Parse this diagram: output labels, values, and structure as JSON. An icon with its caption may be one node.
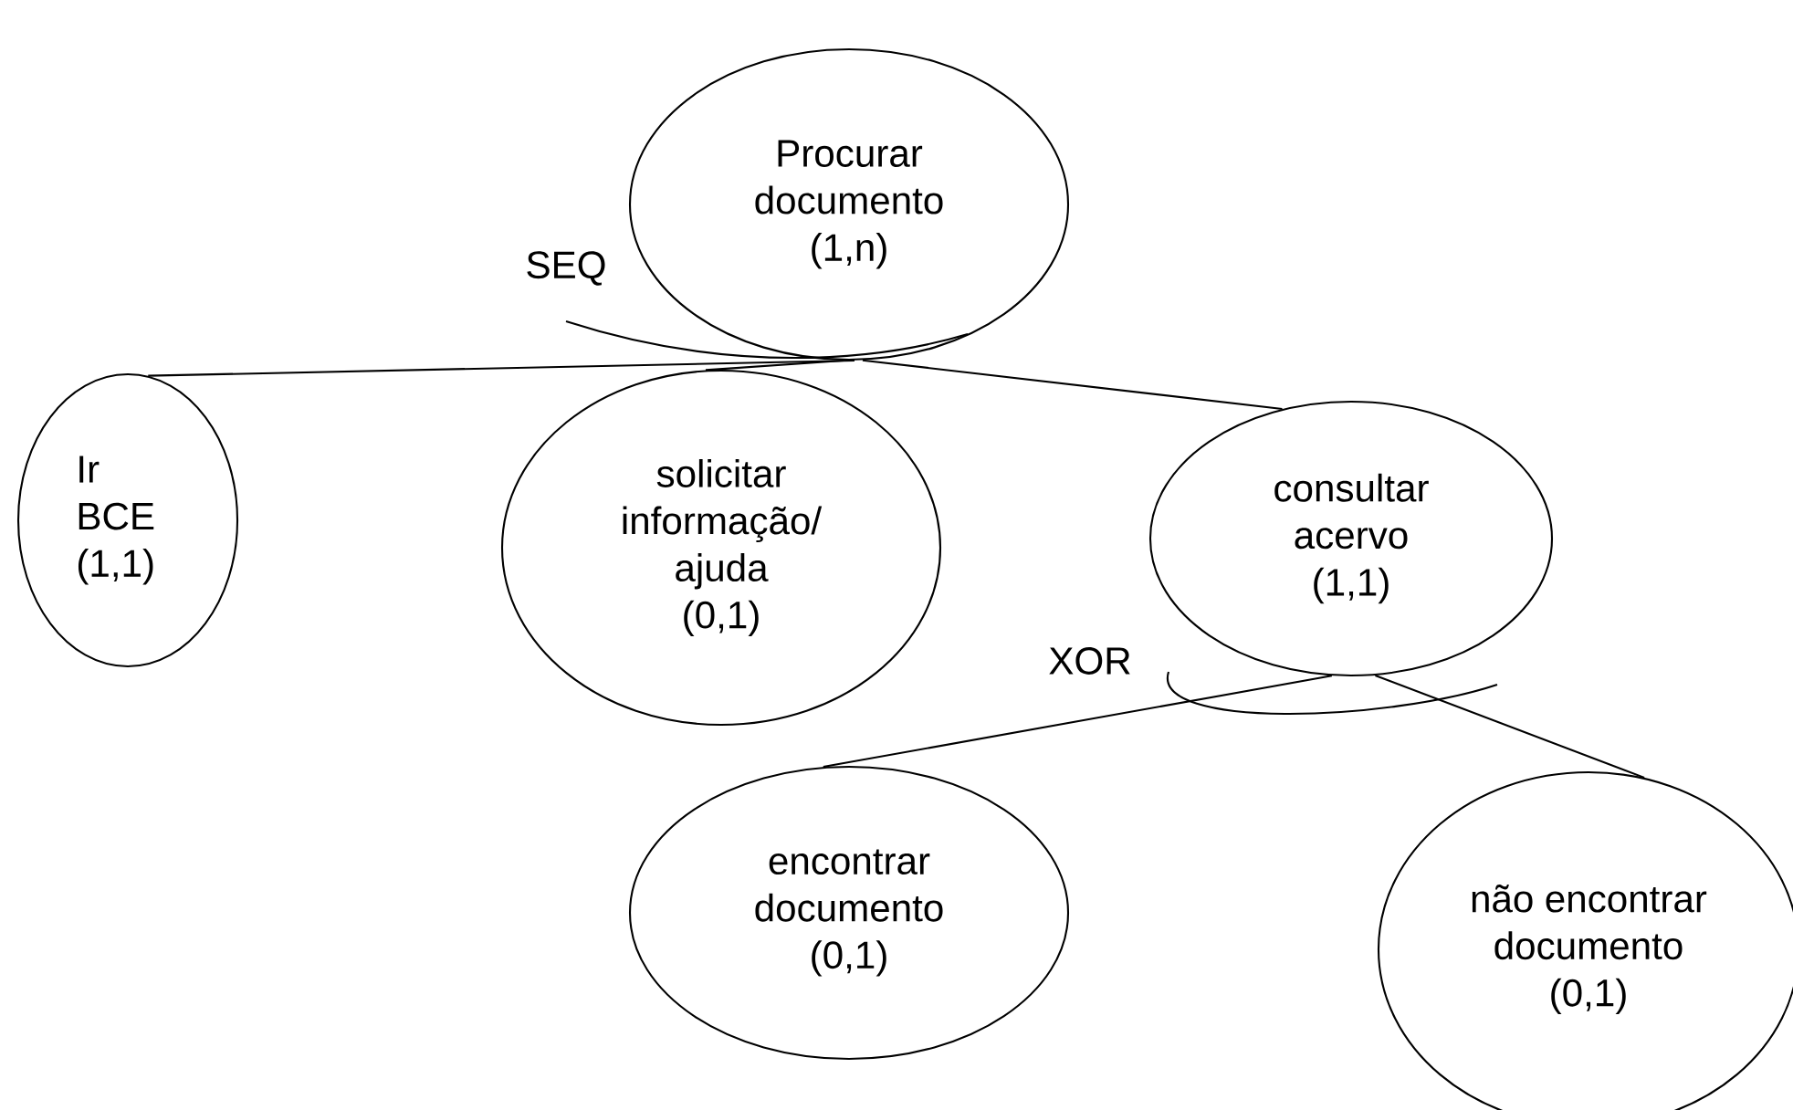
{
  "diagram": {
    "nodes": [
      {
        "text": [
          "Procurar documento",
          "(1,n)"
        ]
      },
      {
        "text": [
          "Ir BCE",
          "(1,1)"
        ]
      },
      {
        "text": [
          "solicitar informação/ ajuda",
          "(0,1)"
        ]
      },
      {
        "text": [
          "consultar acervo",
          "(1,1)"
        ]
      },
      {
        "text": [
          "encontrar documento",
          "(0,1)"
        ]
      },
      {
        "text": [
          "não encontrar documento",
          "(0,1)"
        ]
      }
    ],
    "edges": [
      {
        "from": 0,
        "to": 1,
        "arrow": "none"
      },
      {
        "from": 0,
        "to": 2,
        "arrow": "none"
      },
      {
        "from": 0,
        "to": 3,
        "arrow": "none"
      },
      {
        "from": 3,
        "to": 4,
        "arrow": "none"
      },
      {
        "from": 3,
        "to": 5,
        "arrow": "none"
      }
    ],
    "labels": [
      "SEQ",
      "XOR"
    ]
  }
}
